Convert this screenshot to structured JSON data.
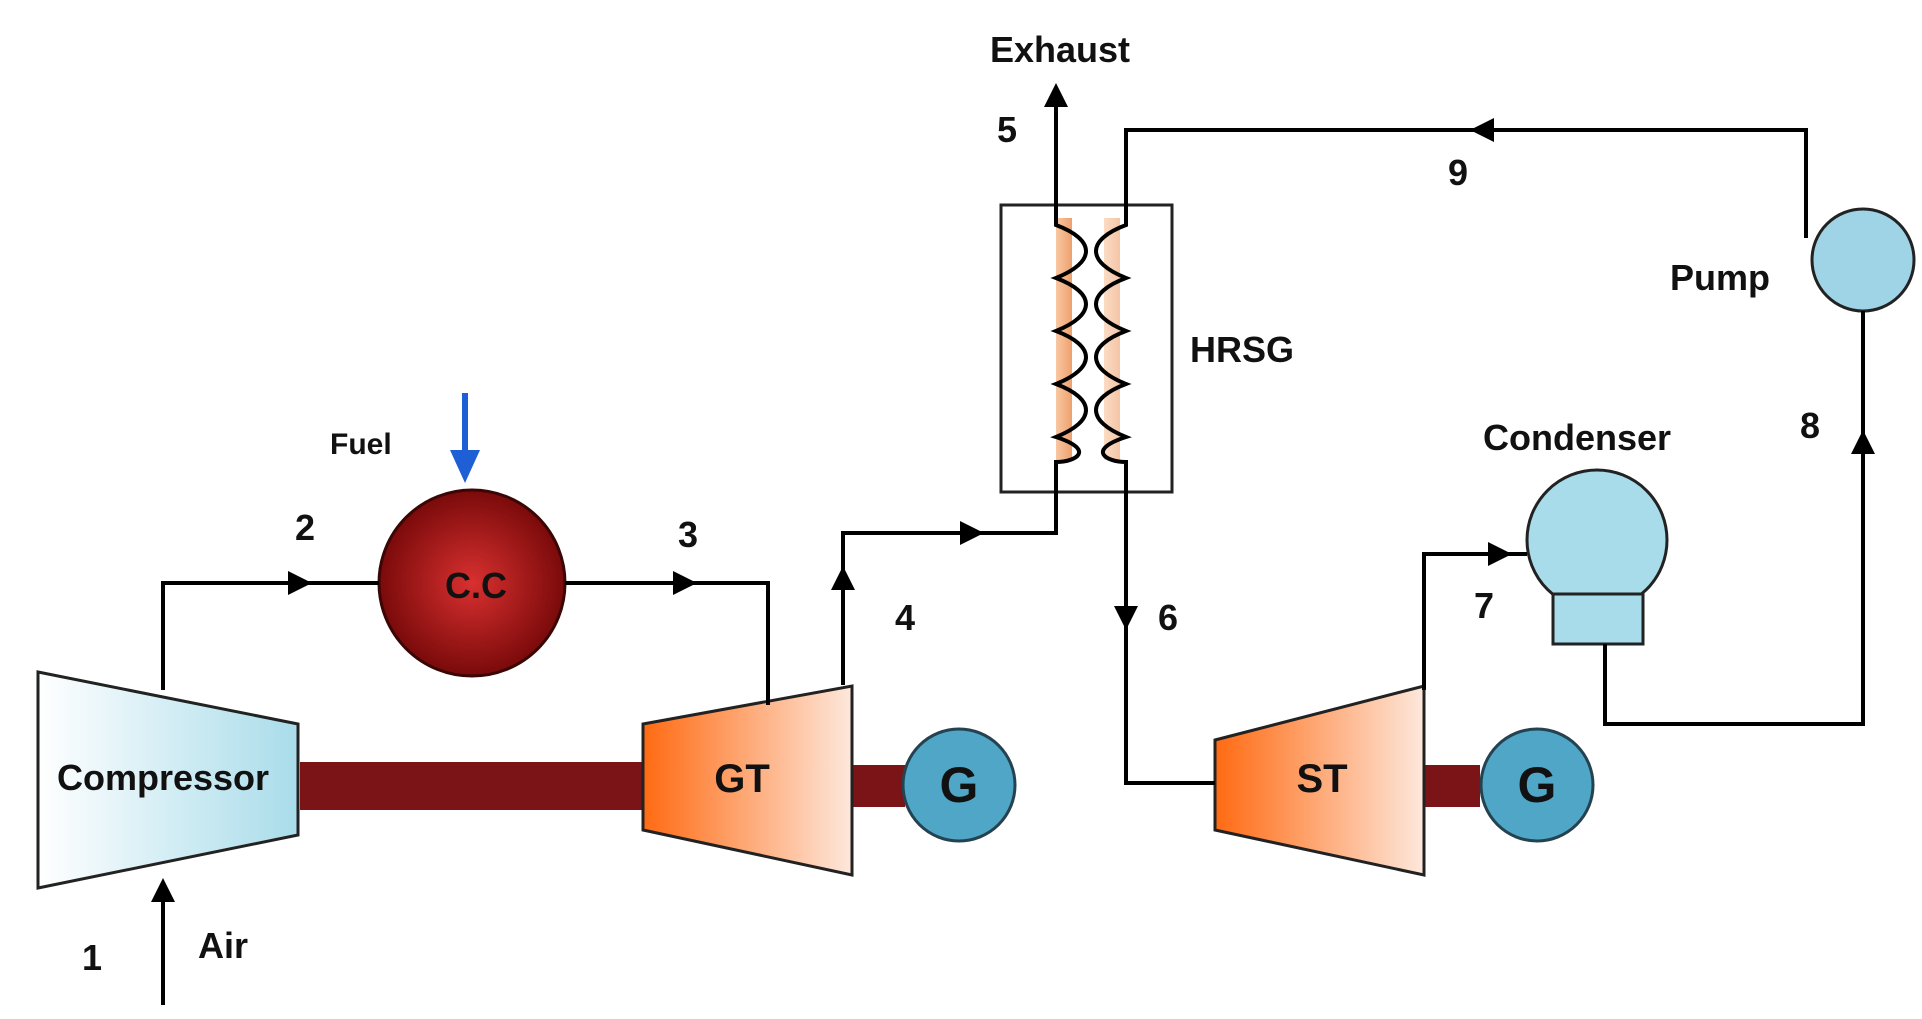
{
  "labels": {
    "exhaust": "Exhaust",
    "hrsg": "HRSG",
    "pump": "Pump",
    "condenser": "Condenser",
    "fuel": "Fuel",
    "combustion_chamber": "C.C",
    "compressor": "Compressor",
    "gas_turbine": "GT",
    "steam_turbine": "ST",
    "generator": "G",
    "air": "Air"
  },
  "states": {
    "s1": "1",
    "s2": "2",
    "s3": "3",
    "s4": "4",
    "s5": "5",
    "s6": "6",
    "s7": "7",
    "s8": "8",
    "s9": "9"
  },
  "colors": {
    "combustion_chamber": "#c0141a",
    "fuel_arrow": "#1f5fd6",
    "compressor": "#a9dcea",
    "turbine_hot": "#ff6a12",
    "turbine_cool": "#fde1d1",
    "generator": "#4fa6c6",
    "shaft": "#7a1416",
    "pump": "#9fd4e6",
    "condenser": "#a9dcea",
    "hrsg_coil_hot": "#f0a060",
    "hrsg_coil_cool": "#4a3a30"
  }
}
